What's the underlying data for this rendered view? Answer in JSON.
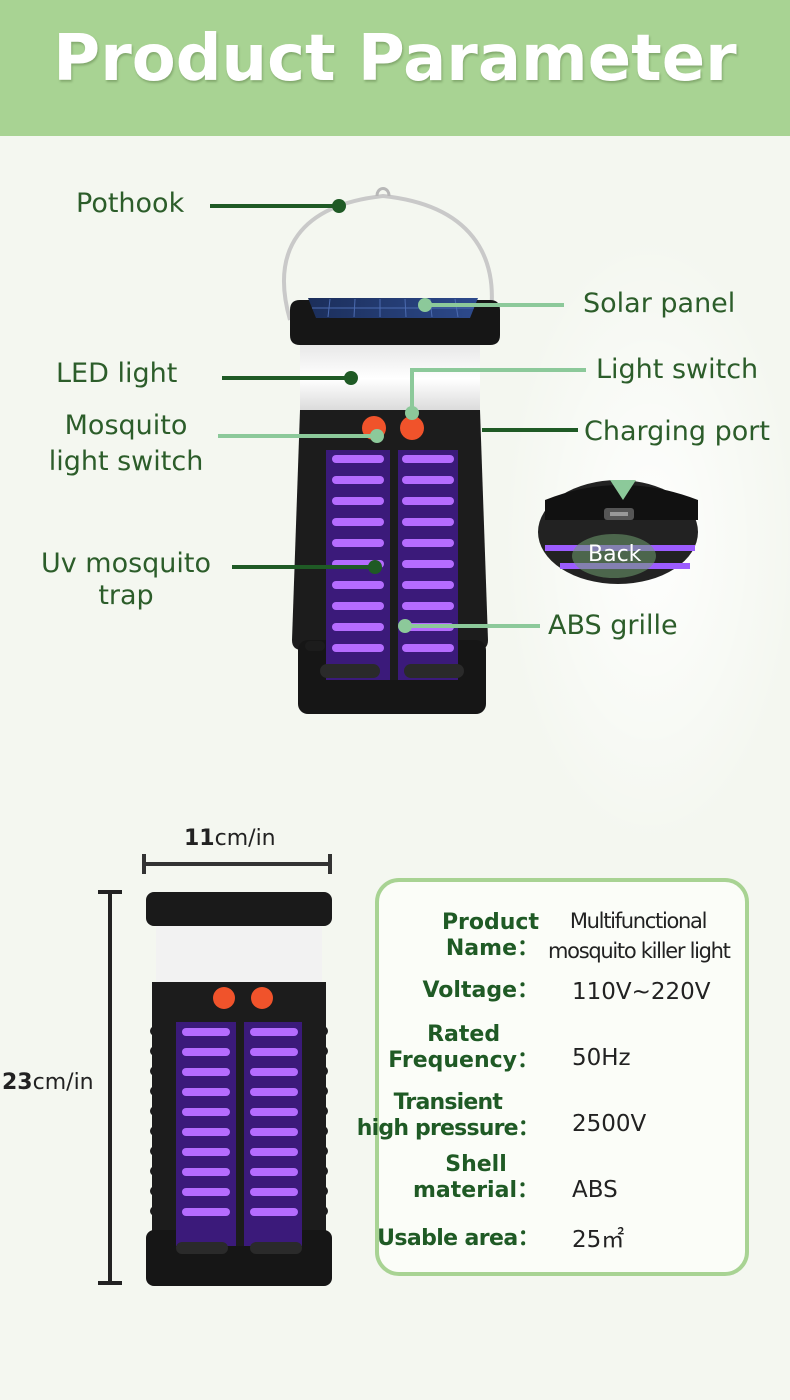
{
  "header": {
    "title": "Product Parameter"
  },
  "callouts": {
    "pothook": "Pothook",
    "solar_panel": "Solar panel",
    "led_light": "LED light",
    "light_switch": "Light switch",
    "mosquito_switch_line1": "Mosquito",
    "mosquito_switch_line2": "light switch",
    "charging_port": "Charging port",
    "uv_trap_line1": "Uv mosquito",
    "uv_trap_line2": "trap",
    "abs_grille": "ABS grille",
    "back_label": "Back"
  },
  "dimensions": {
    "width_num": "11",
    "width_unit": "cm/in",
    "height_num": "23",
    "height_unit": "cm/in"
  },
  "specs": [
    {
      "key_line1": "Product",
      "key_line2": "Name：",
      "value_line1": "Multifunctional",
      "value_line2": "mosquito killer light"
    },
    {
      "key": "Voltage：",
      "value": "110V~220V"
    },
    {
      "key_line1": "Rated",
      "key_line2": "Frequency：",
      "value": "50Hz"
    },
    {
      "key_line1": "Transient",
      "key_line2": "high pressure：",
      "value": "2500V"
    },
    {
      "key_line1": "Shell",
      "key_line2": "material：",
      "value": "ABS"
    },
    {
      "key": "Usable area：",
      "value": "25㎡"
    }
  ],
  "colors": {
    "banner": "#a8d393",
    "dark_green": "#1f5a25",
    "light_green": "#8cc99a",
    "device_body": "#1c1c1c",
    "uv_purple": "#a24cff",
    "button_orange": "#f0532b"
  }
}
